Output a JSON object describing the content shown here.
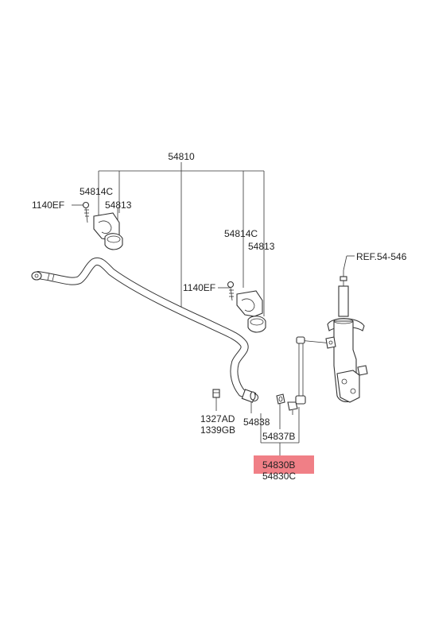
{
  "labels": {
    "bar_assembly": "54810",
    "bushing_left": "54814C",
    "bracket_left": "54813",
    "bolt_left": "1140EF",
    "bushing_right": "54814C",
    "bracket_right": "54813",
    "bolt_right": "1140EF",
    "reference": "REF.54-546",
    "nut_1": "1327AD",
    "nut_2": "1339GB",
    "washer": "54838",
    "link_sub": "54837B",
    "link_assy_b": "54830B",
    "link_assy_c": "54830C"
  },
  "colors": {
    "highlight": "#f07f86",
    "line": "#333333",
    "text": "#222222"
  }
}
